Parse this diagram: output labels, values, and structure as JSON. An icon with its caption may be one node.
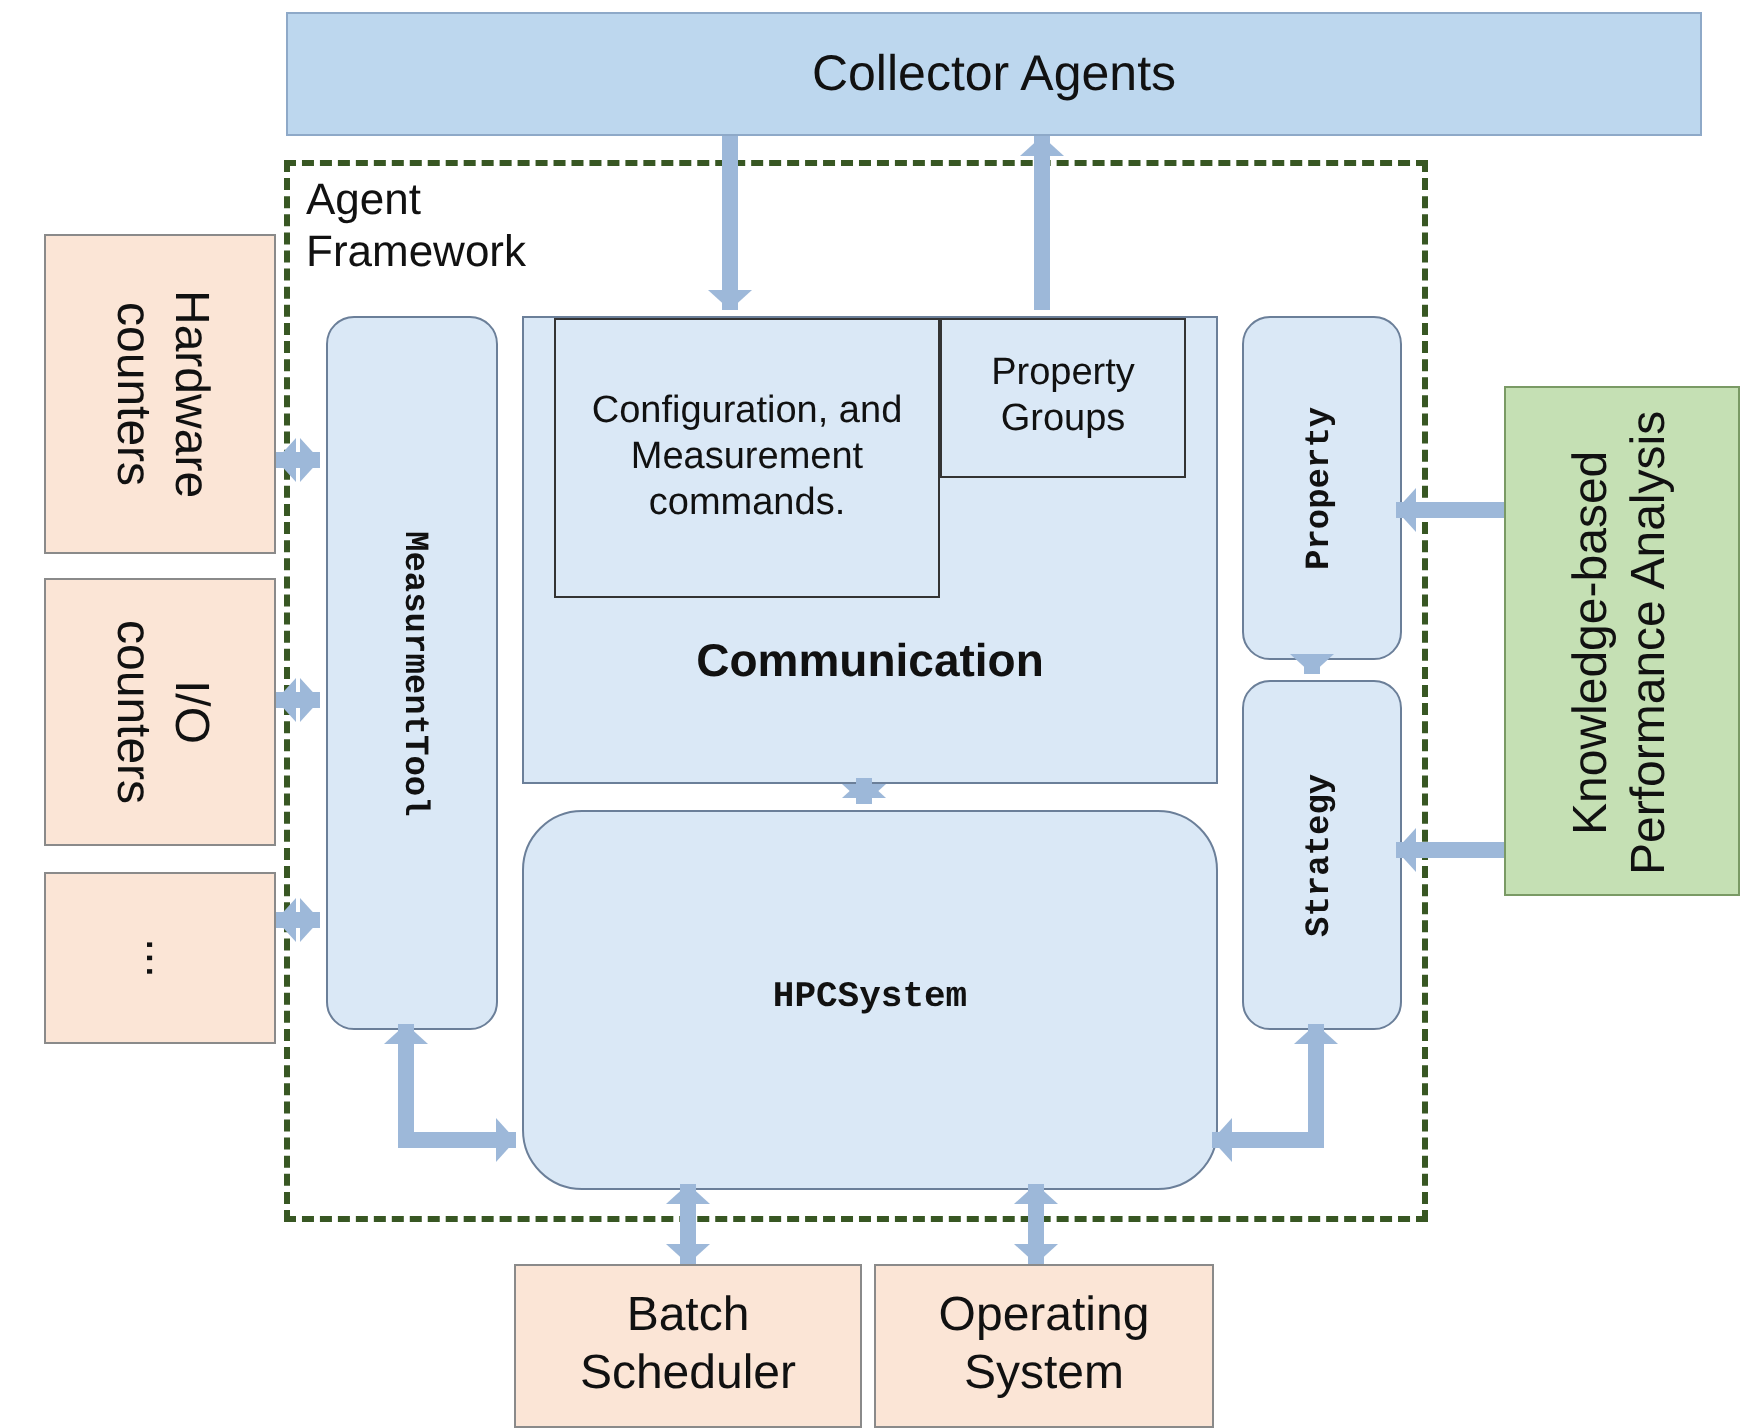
{
  "diagram": {
    "nodes": [
      {
        "text": [
          "Collector Agents"
        ]
      },
      {
        "text": [
          "Agent Framework"
        ]
      },
      {
        "text": [
          "Hardware counters"
        ]
      },
      {
        "text": [
          "I/O counters"
        ]
      },
      {
        "text": [
          "..."
        ]
      },
      {
        "text": [
          "MeasurmentTool"
        ],
        "in": 1
      },
      {
        "text": [
          "Communication"
        ],
        "in": 1
      },
      {
        "text": [
          "Configuration, and Measurement commands."
        ],
        "in": 6
      },
      {
        "text": [
          "Property Groups"
        ],
        "in": 6
      },
      {
        "text": [
          "HPCSystem"
        ],
        "in": 1
      },
      {
        "text": [
          "Property"
        ],
        "in": 1
      },
      {
        "text": [
          "Strategy"
        ],
        "in": 1
      },
      {
        "text": [
          "Knowledge-based Performance Analysis"
        ]
      },
      {
        "text": [
          "Batch Scheduler"
        ]
      },
      {
        "text": [
          "Operating System"
        ]
      }
    ],
    "edges": [
      {
        "from": 0,
        "to": 7,
        "arrow": "to"
      },
      {
        "from": 8,
        "to": 0,
        "arrow": "to"
      },
      {
        "from": 2,
        "to": 5,
        "arrow": "both"
      },
      {
        "from": 3,
        "to": 5,
        "arrow": "both"
      },
      {
        "from": 4,
        "to": 5,
        "arrow": "both"
      },
      {
        "from": 5,
        "to": 9,
        "arrow": "both"
      },
      {
        "from": 6,
        "to": 9,
        "arrow": "both"
      },
      {
        "from": 10,
        "to": 11,
        "arrow": "to"
      },
      {
        "from": 12,
        "to": 10,
        "arrow": "to"
      },
      {
        "from": 12,
        "to": 11,
        "arrow": "to"
      },
      {
        "from": 11,
        "to": 9,
        "arrow": "both"
      },
      {
        "from": 9,
        "to": 13,
        "arrow": "both"
      },
      {
        "from": 9,
        "to": 14,
        "arrow": "both"
      }
    ]
  }
}
